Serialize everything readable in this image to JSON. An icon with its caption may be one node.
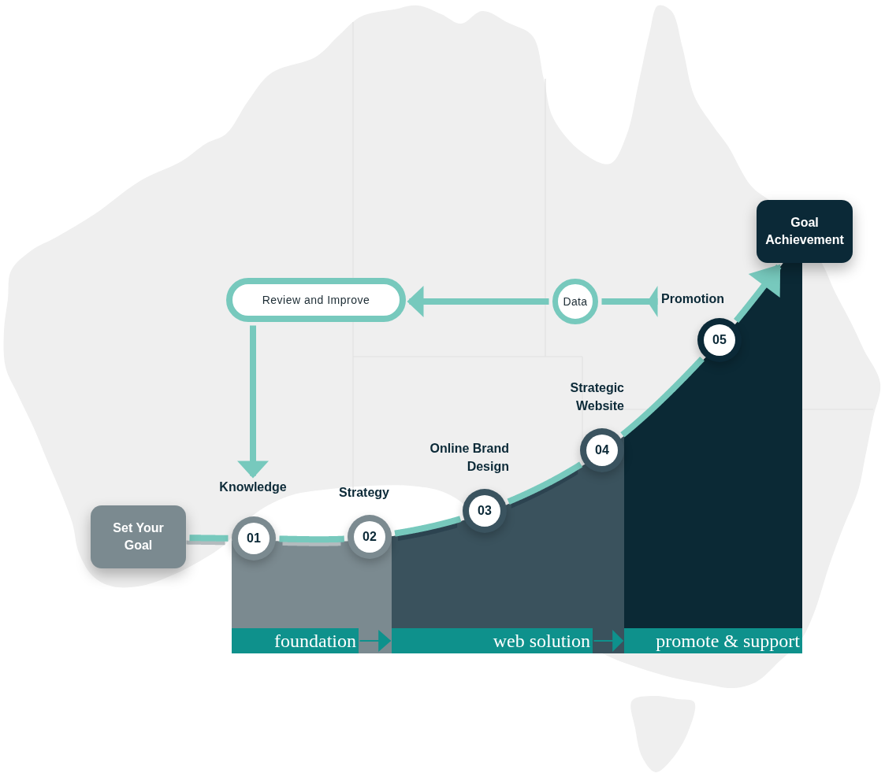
{
  "diagram": {
    "nodes": [
      {
        "text": [
          "Set Your Goal"
        ]
      },
      {
        "text": [
          "01"
        ]
      },
      {
        "text": [
          "02"
        ],
        "beside": [
          "Strategy"
        ]
      },
      {
        "text": [
          "03"
        ],
        "beside": [
          "Online Brand Design"
        ]
      },
      {
        "text": [
          "04"
        ],
        "beside": [
          "Strategic Website"
        ]
      },
      {
        "text": [
          "05"
        ]
      },
      {
        "text": [
          "Goal Achievement"
        ]
      },
      {
        "text": [
          "Review and Improve"
        ]
      },
      {
        "text": [
          "Data"
        ]
      },
      {
        "text": [
          "Knowledge"
        ]
      },
      {
        "text": [
          "Promotion"
        ]
      },
      {
        "text": [
          "foundation"
        ]
      },
      {
        "text": [
          "web solution"
        ]
      },
      {
        "text": [
          "promote & support"
        ]
      }
    ],
    "edges": [
      {
        "from": 0,
        "to": 1,
        "arrow": "none"
      },
      {
        "from": 1,
        "to": 2,
        "arrow": "none"
      },
      {
        "from": 2,
        "to": 3,
        "arrow": "none"
      },
      {
        "from": 3,
        "to": 4,
        "arrow": "none"
      },
      {
        "from": 4,
        "to": 5,
        "arrow": "none"
      },
      {
        "from": 5,
        "to": 6,
        "arrow": "to"
      },
      {
        "from": 8,
        "to": 10,
        "arrow": "other"
      },
      {
        "from": 8,
        "to": 7,
        "arrow": "to"
      },
      {
        "from": 7,
        "to": 9,
        "arrow": "to"
      },
      {
        "from": 11,
        "to": 12,
        "arrow": "to",
        "color": "#0e918c"
      },
      {
        "from": 12,
        "to": 13,
        "arrow": "to",
        "color": "#0e918c"
      }
    ]
  }
}
